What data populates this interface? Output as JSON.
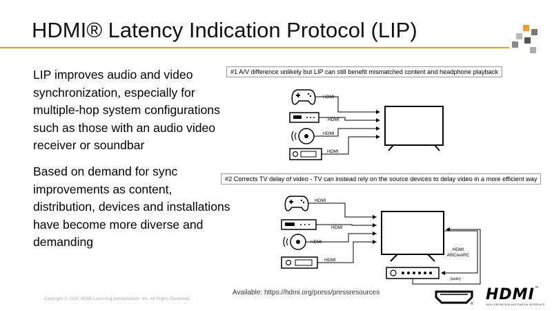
{
  "slide": {
    "title": "HDMI® Latency Indication Protocol (LIP)",
    "accent_color": "#f0a020",
    "bullets": [
      "LIP improves audio and video synchronization, especially for multiple-hop system configurations such as those with an audio video receiver or soundbar",
      "Based on demand for sync improvements as content, distribution, devices and installations have become more diverse and demanding"
    ],
    "available": "Available: https://hdmi.org/press/pressresources",
    "copyright": "Copyright © 2020 HDMI Licensing Administrator, Inc. All Rights Reserved."
  },
  "diagram1": {
    "caption": "#1 A/V difference unlikely but LIP can still benefit mismatched content and headphone playback",
    "sources": [
      {
        "icon": "game-controller-icon",
        "link_label": "HDMI"
      },
      {
        "icon": "set-top-box-icon",
        "link_label": "HDMI"
      },
      {
        "icon": "disc-player-icon",
        "link_label": "HDMI"
      },
      {
        "icon": "av-receiver-icon",
        "link_label": "HDMI"
      }
    ]
  },
  "diagram2": {
    "caption": "#2 Corrects TV delay of video - TV can instead rely on the source devices to delay video in a more efficient way",
    "sources": [
      {
        "icon": "game-controller-icon",
        "link_label": "HDMI"
      },
      {
        "icon": "set-top-box-icon",
        "link_label": "HDMI"
      },
      {
        "icon": "disc-player-icon",
        "link_label": "HDMI"
      },
      {
        "icon": "av-receiver-icon",
        "link_label": "HDMI"
      }
    ],
    "arc_label_1": "HDMI",
    "arc_label_2": "ARC/eARC",
    "audio_label": "(audio)"
  },
  "logo": {
    "wordmark": "HDMI",
    "registered": "®",
    "tagline": "HIGH-DEFINITION MULTIMEDIA INTERFACE",
    "trademark": "™"
  }
}
